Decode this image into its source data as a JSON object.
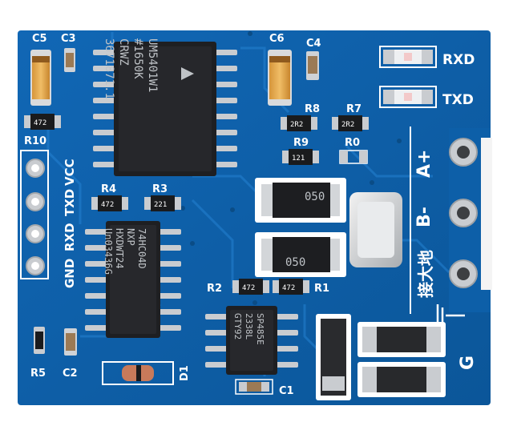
{
  "board": {
    "colors": {
      "pcb": "#0d5fa8",
      "pcb_dark": "#0a4d8c",
      "trace": "#1a78c8",
      "silkscreen": "#ffffff",
      "chip": "#1e1f22",
      "pad": "#c9ccd0",
      "tantalum": "#e2a548"
    },
    "silkscreen_labels": {
      "c5": "C5",
      "c3": "C3",
      "c6": "C6",
      "c4": "C4",
      "rxd": "RXD",
      "txd": "TXD",
      "r8": "R8",
      "r7": "R7",
      "r9": "R9",
      "r0": "R0",
      "r10": "R10",
      "r4": "R4",
      "r3": "R3",
      "r2": "R2",
      "r1": "R1",
      "r5": "R5",
      "c2": "C2",
      "d1": "D1",
      "c1": "C1",
      "vcc": "VCC",
      "txd_pin": "TXD",
      "rxd_pin": "RXD",
      "gnd": "GND",
      "a_plus": "A+",
      "b_minus": "B-",
      "earth": "接大地",
      "g": "G"
    },
    "chips": {
      "isolator": {
        "line1": "UM5401W1",
        "line2": "#1650K",
        "line3": "CRWZ",
        "line4": "3671871.1"
      },
      "hex_inverter": {
        "line1": "74HC04D",
        "line2": "NXP",
        "line3": "HXDWT24",
        "line4": "Un03436G"
      },
      "transceiver": {
        "line1": "SP485E",
        "line2": "2338L",
        "line3": "GTY92"
      }
    },
    "resistor_codes": {
      "r10": "472",
      "r8": "2R2",
      "r7": "2R2",
      "r9": "121",
      "r4": "472",
      "r3": "221",
      "r2": "472",
      "r1": "472"
    },
    "fuse_code": "050"
  }
}
